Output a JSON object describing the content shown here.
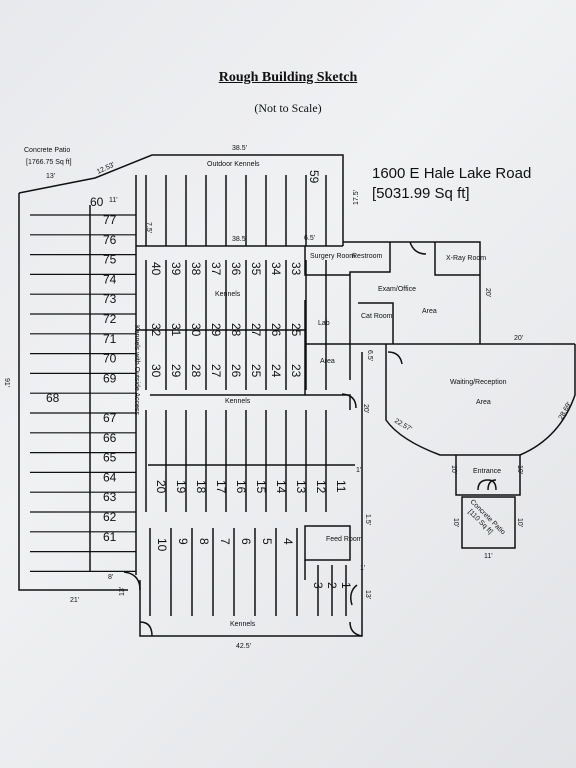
{
  "header": {
    "title": "Rough Building Sketch",
    "subtitle": "(Not to Scale)",
    "address_line1": "1600 E Hale Lake Road",
    "address_line2": "[5031.99 Sq ft]"
  },
  "rooms": {
    "concrete_patio": "Concrete Patio",
    "concrete_patio_area": "[1766.75 Sq ft]",
    "outdoor_kennels": "Outdoor Kennels",
    "surgery_room": "Surgery Room",
    "restroom": "Restroom",
    "xray_room": "X-Ray Room",
    "exam_office": "Exam/Office",
    "exam_area": "Area",
    "cat_room": "Cat Room",
    "lab": "Lab",
    "lab_area": "Area",
    "kennels_upper": "Kennels",
    "kennels_outside": "Kennels with Outside Access",
    "kennels_mid": "Kennels",
    "waiting_reception": "Waiting/Reception",
    "waiting_area": "Area",
    "entrance": "Entrance",
    "feed_room": "Feed Room",
    "kennels_bottom": "Kennels",
    "front_patio": "Concrete Patio",
    "front_patio_area": "[110 Sq ft]"
  },
  "dimensions": {
    "d13": "13'",
    "d12_53": "12.53'",
    "d38_5_top": "38.5'",
    "d11_top": "11'",
    "d17_5": "17.5'",
    "d7_5": "7.5'",
    "d38_5_inner": "38.5'",
    "d6_5": "6.5'",
    "d20_right": "20'",
    "d20_wait": "20'",
    "d6_5_cat": "6.5'",
    "d91": "91'",
    "d20_mid": "20'",
    "d22_57": "22.57'",
    "d28_69": "28.69'",
    "d10_left": "10'",
    "d10_right": "10'",
    "d1_a": "1'",
    "d1_5": "1.5'",
    "d10_patio_l": "10'",
    "d10_patio_r": "10'",
    "d11_patio": "11'",
    "d1_b": "1'",
    "d13_bottom": "13'",
    "d8": "8'",
    "d21": "21'",
    "d13_left": "13'",
    "d42_5": "42.5'"
  },
  "kennel_numbers": {
    "left_column": [
      "77",
      "76",
      "75",
      "74",
      "73",
      "72",
      "71",
      "70",
      "69",
      "68",
      "67",
      "66",
      "65",
      "64",
      "63",
      "62",
      "61"
    ],
    "top_marks": [
      "60",
      "59"
    ],
    "row_a": [
      "40",
      "39",
      "38",
      "37",
      "36",
      "35",
      "34",
      "33"
    ],
    "row_b": [
      "32",
      "31",
      "30",
      "29",
      "28",
      "27",
      "26",
      "25"
    ],
    "row_c": [
      "30",
      "29",
      "28",
      "27",
      "26",
      "25",
      "24",
      "23"
    ],
    "row_d": [
      "20",
      "19",
      "18",
      "17",
      "16",
      "15",
      "14",
      "13",
      "12",
      "11"
    ],
    "row_e": [
      "10",
      "9",
      "8",
      "7",
      "6",
      "5",
      "4"
    ],
    "row_f": [
      "3",
      "2",
      "1"
    ]
  }
}
